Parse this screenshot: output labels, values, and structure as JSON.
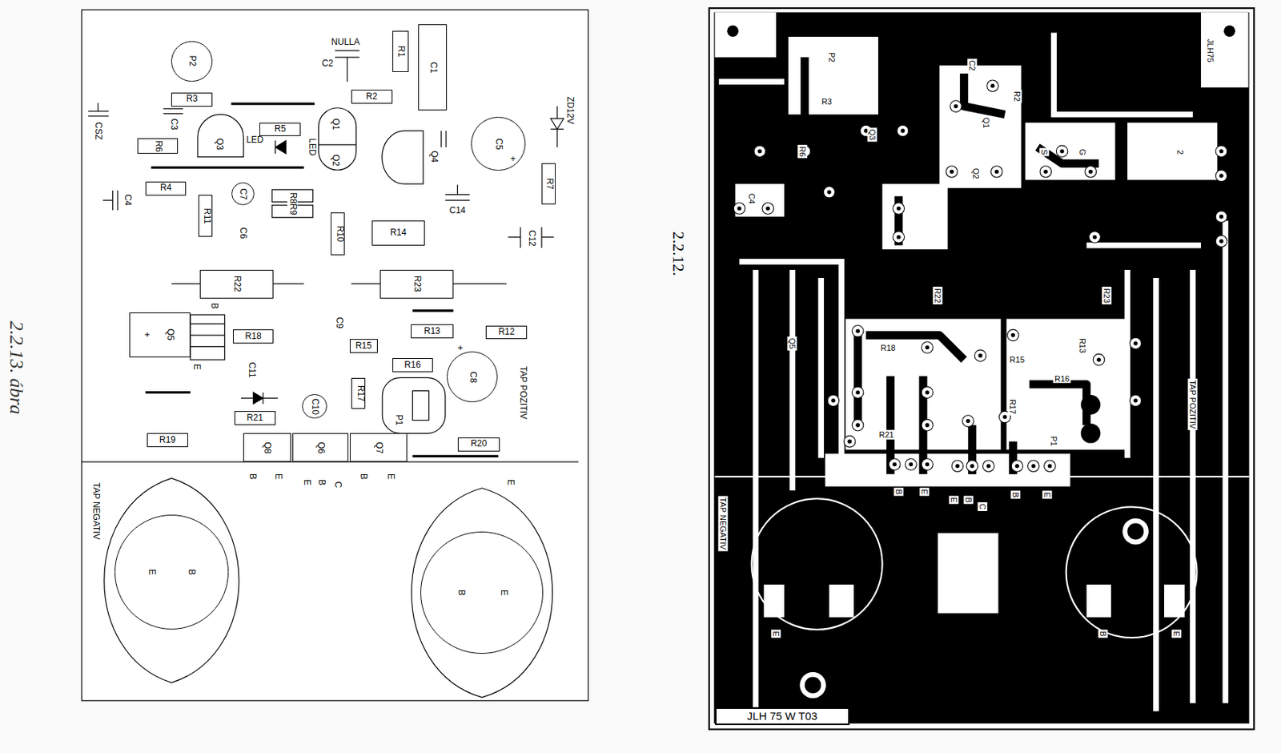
{
  "diagram": {
    "caption": "2.2.13. ábra",
    "nodes": [
      {
        "text": [
          "R3"
        ]
      },
      {
        "text": [
          "R2"
        ]
      },
      {
        "text": [
          "R1"
        ]
      },
      {
        "text": [
          "C1"
        ]
      },
      {
        "text": [
          "R5"
        ]
      },
      {
        "text": [
          "R6"
        ]
      },
      {
        "text": [
          "R4"
        ]
      },
      {
        "text": [
          "R11"
        ]
      },
      {
        "text": [
          "R10"
        ]
      },
      {
        "text": [
          "R14"
        ]
      },
      {
        "text": [
          "R7"
        ]
      },
      {
        "text": [
          "R22"
        ]
      },
      {
        "text": [
          "R23"
        ]
      },
      {
        "text": [
          "R18"
        ]
      },
      {
        "text": [
          "R15"
        ]
      },
      {
        "text": [
          "R13"
        ]
      },
      {
        "text": [
          "R12"
        ]
      },
      {
        "text": [
          "R16"
        ]
      },
      {
        "text": [
          "R17"
        ]
      },
      {
        "text": [
          "R21"
        ]
      },
      {
        "text": [
          "R19"
        ]
      },
      {
        "text": [
          "R20"
        ]
      },
      {
        "text": [
          "Q8"
        ]
      },
      {
        "text": [
          "Q6"
        ]
      },
      {
        "text": [
          "Q7"
        ]
      },
      {
        "text": [
          "+",
          "Q5"
        ]
      },
      {
        "text": [
          "P2"
        ]
      },
      {
        "text": [
          "C5"
        ]
      },
      {
        "text": [
          "C7"
        ]
      },
      {
        "text": [
          "C10"
        ]
      },
      {
        "text": [
          "C8"
        ]
      },
      {
        "text": [
          "E",
          "B"
        ]
      },
      {
        "text": [
          "B",
          "E"
        ]
      },
      {
        "text": [
          "JLH 75 W T03"
        ]
      }
    ],
    "labels": [
      "NULLA",
      "C2",
      "CSZ",
      "C3",
      "Q3",
      "LED",
      "LED",
      "Q1",
      "Q2",
      "Q4",
      "+",
      "ZD12V",
      "C4",
      "R8R9",
      "C6",
      "C14",
      "C12",
      "C9",
      "B",
      "E",
      "TAP POZITIV",
      "+",
      "C11",
      "P1",
      "B",
      "E",
      "E",
      "B",
      "C",
      "B",
      "E",
      "E",
      "TAP NEGATIV",
      "2.2.12.",
      "JLH75",
      "P2",
      "R3",
      "C2",
      "R2",
      "Q3",
      "R6",
      "Q1",
      "Q2",
      "S",
      "G",
      "2",
      "C4",
      "R22",
      "R23",
      "R18",
      "R13",
      "R15",
      "R16",
      "R17",
      "P1",
      "R21",
      "TAP POZITIV",
      "TAP NEGATIV",
      "B",
      "E",
      "E",
      "B",
      "C",
      "B",
      "E",
      "E",
      "B",
      "E",
      "Q5"
    ]
  }
}
